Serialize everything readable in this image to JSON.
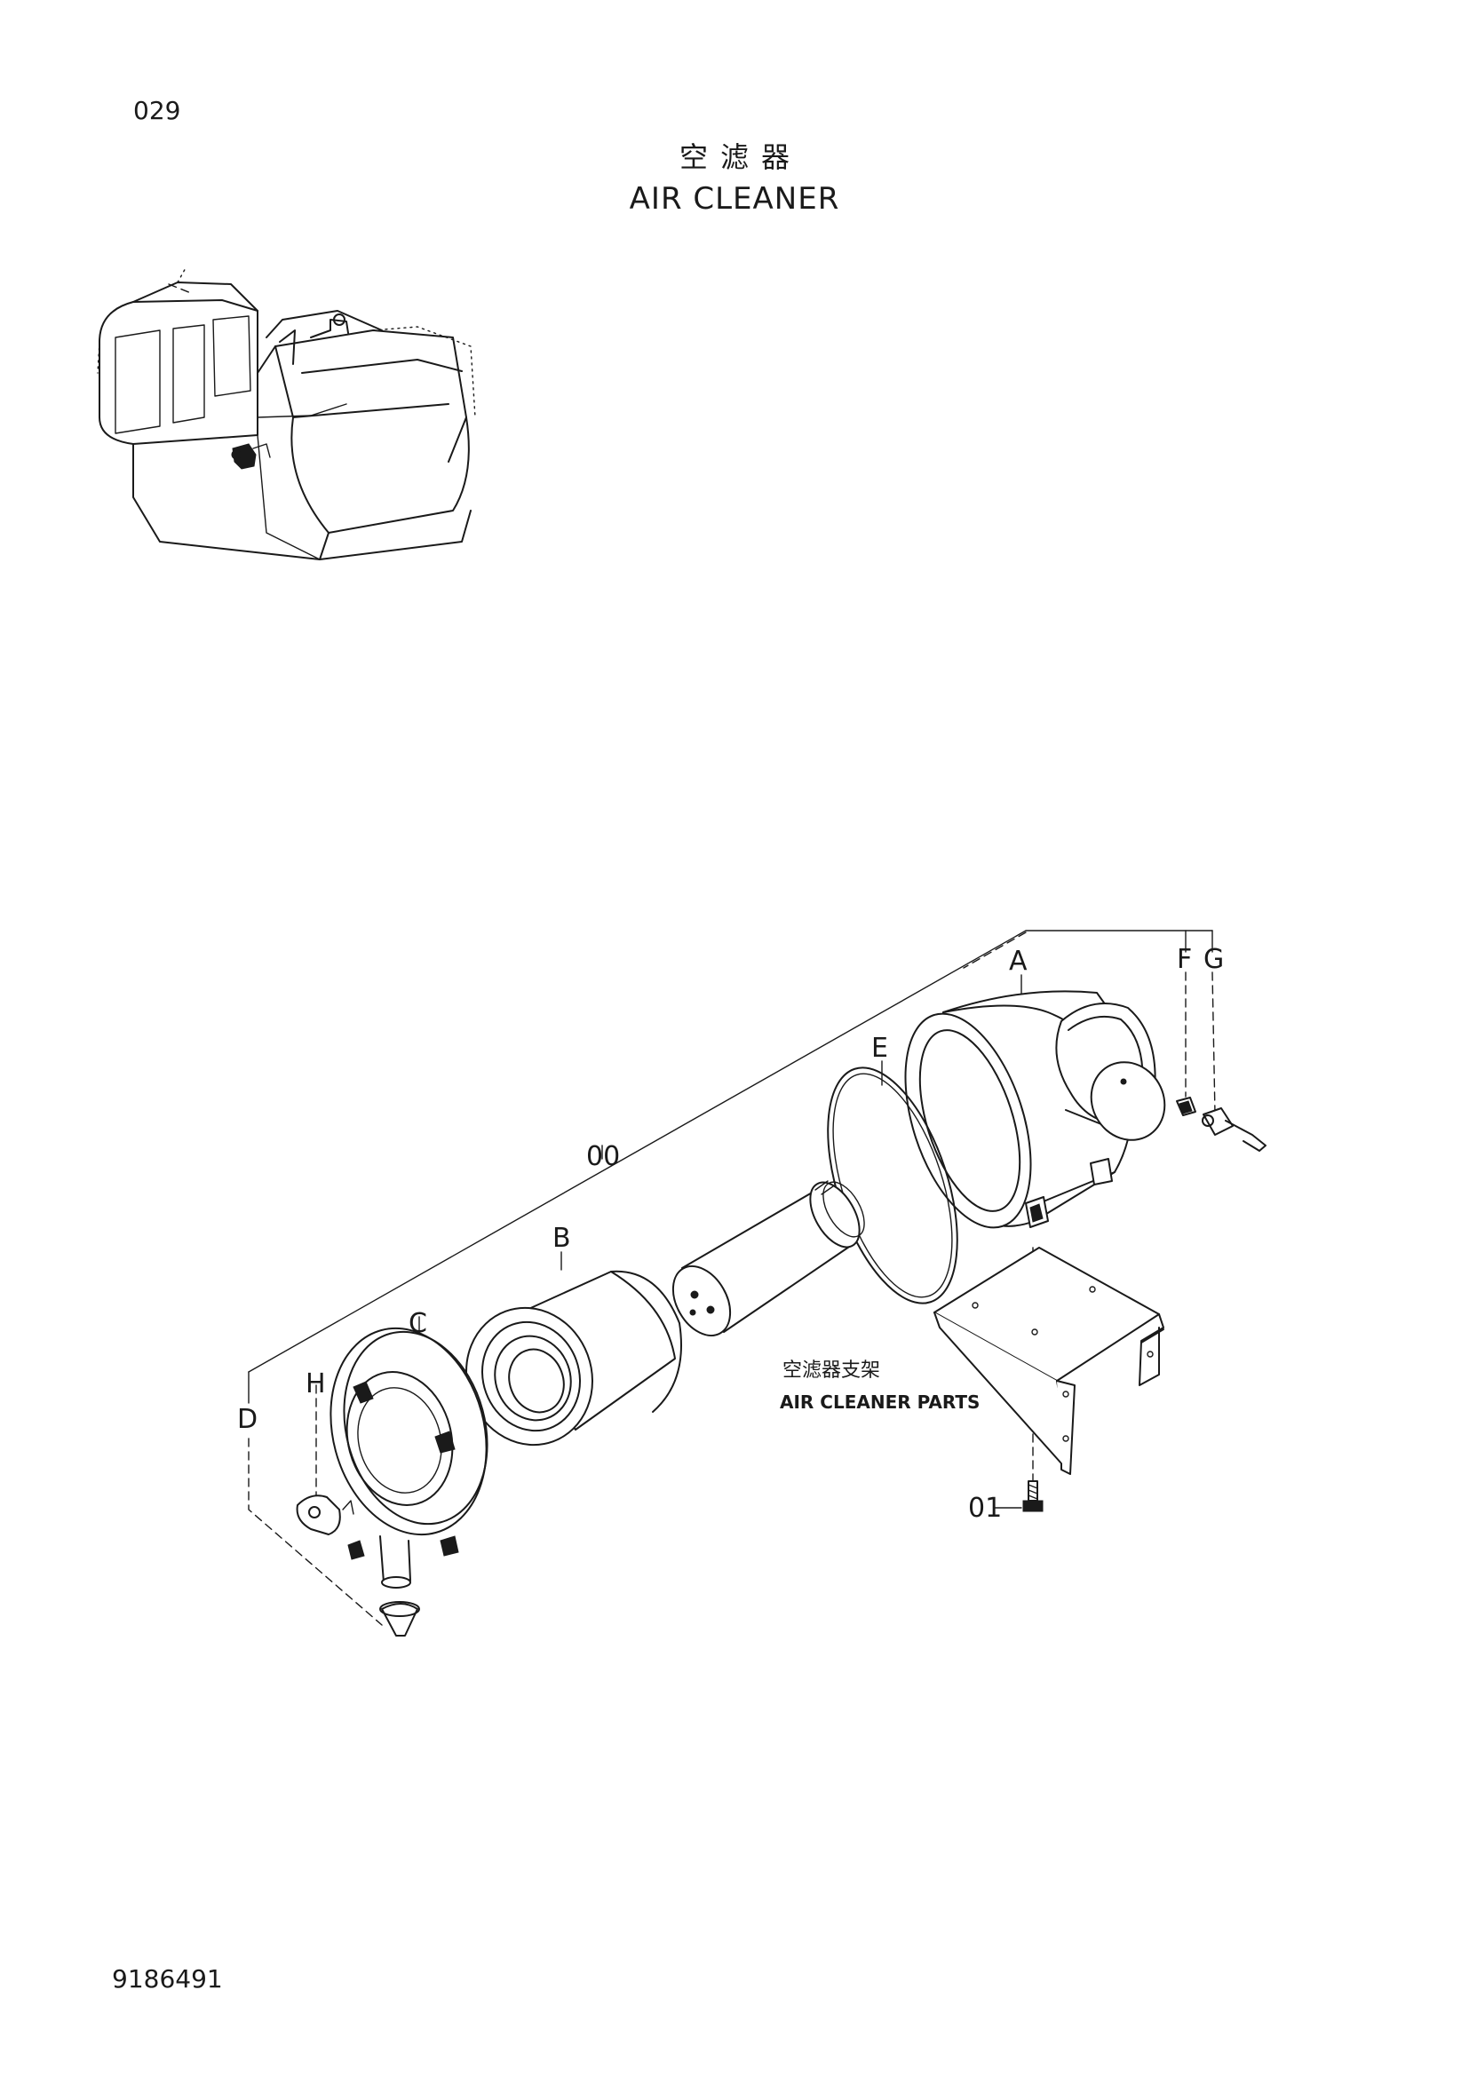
{
  "header": {
    "page_number": "029",
    "title_zh": "空滤器",
    "title_en": "AIR CLEANER"
  },
  "footer": {
    "doc_number": "9186491"
  },
  "diagram": {
    "callouts": {
      "a": "A",
      "b": "B",
      "c": "C",
      "d": "D",
      "e": "E",
      "f": "F",
      "g": "G",
      "h": "H",
      "assembly": "00",
      "bolt": "01"
    },
    "bracket_note": {
      "zh": "空滤器支架",
      "en": "AIR CLEANER PARTS"
    }
  }
}
